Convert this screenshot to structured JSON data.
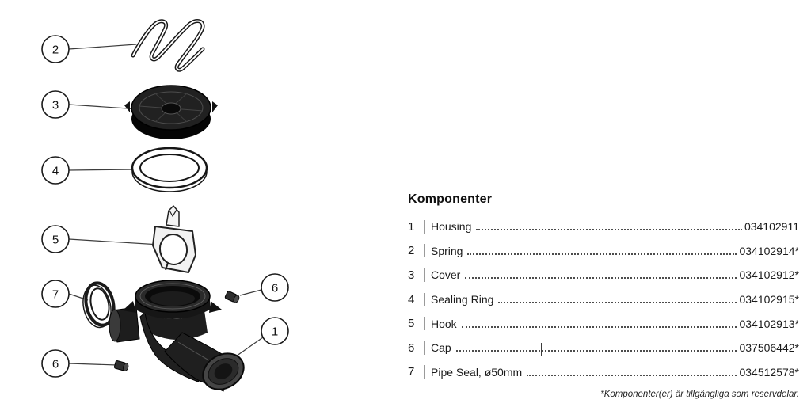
{
  "diagram": {
    "callout_labels": {
      "spring": "2",
      "cover": "3",
      "sealing_ring": "4",
      "hook": "5",
      "pipe_seal": "7",
      "cap_bottom": "6",
      "cap_right": "6",
      "housing": "1"
    }
  },
  "parts_list": {
    "title": "Komponenter",
    "rows": [
      {
        "num": "1",
        "name": "Housing",
        "part_number": "034102911"
      },
      {
        "num": "2",
        "name": "Spring",
        "part_number": "034102914*"
      },
      {
        "num": "3",
        "name": "Cover",
        "part_number": "034102912*"
      },
      {
        "num": "4",
        "name": "Sealing Ring",
        "part_number": "034102915*"
      },
      {
        "num": "5",
        "name": "Hook",
        "part_number": "034102913*"
      },
      {
        "num": "6",
        "name": "Cap",
        "part_number": "037506442*"
      },
      {
        "num": "7",
        "name": "Pipe Seal, ø50mm",
        "part_number": "034512578*"
      }
    ],
    "footnote": "*Komponenter(er) är tillgängliga som reservdelar."
  }
}
